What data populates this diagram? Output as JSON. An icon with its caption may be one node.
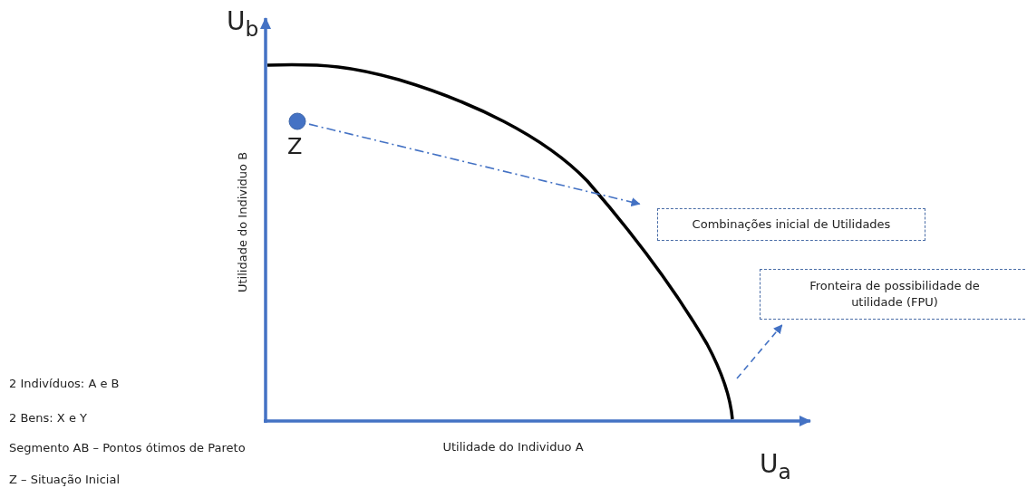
{
  "diagram": {
    "nodes": [
      {
        "text": [],
        "shape": "circle",
        "beside": [
          "Z"
        ]
      },
      {
        "text": [
          "Combinações inicial de Utilidades"
        ]
      },
      {
        "text": [
          "Fronteira de possibilidade de utilidade (FPU)"
        ]
      }
    ],
    "edges": [
      {
        "from": 0,
        "to": 1,
        "arrow": "to",
        "style": "dashed"
      },
      {
        "from": null,
        "to": 2,
        "arrow": "to",
        "style": "dashed"
      }
    ],
    "labels": [
      "U$_{b}$",
      "Utilidade do Individuo B",
      "Utilidade do Individuo A",
      "U$_{a}$",
      "2 Indivíduos: A e B",
      "2 Bens: X e Y",
      "Segmento AB – Pontos ótimos de Pareto",
      "Z – Situação Inicial"
    ]
  }
}
